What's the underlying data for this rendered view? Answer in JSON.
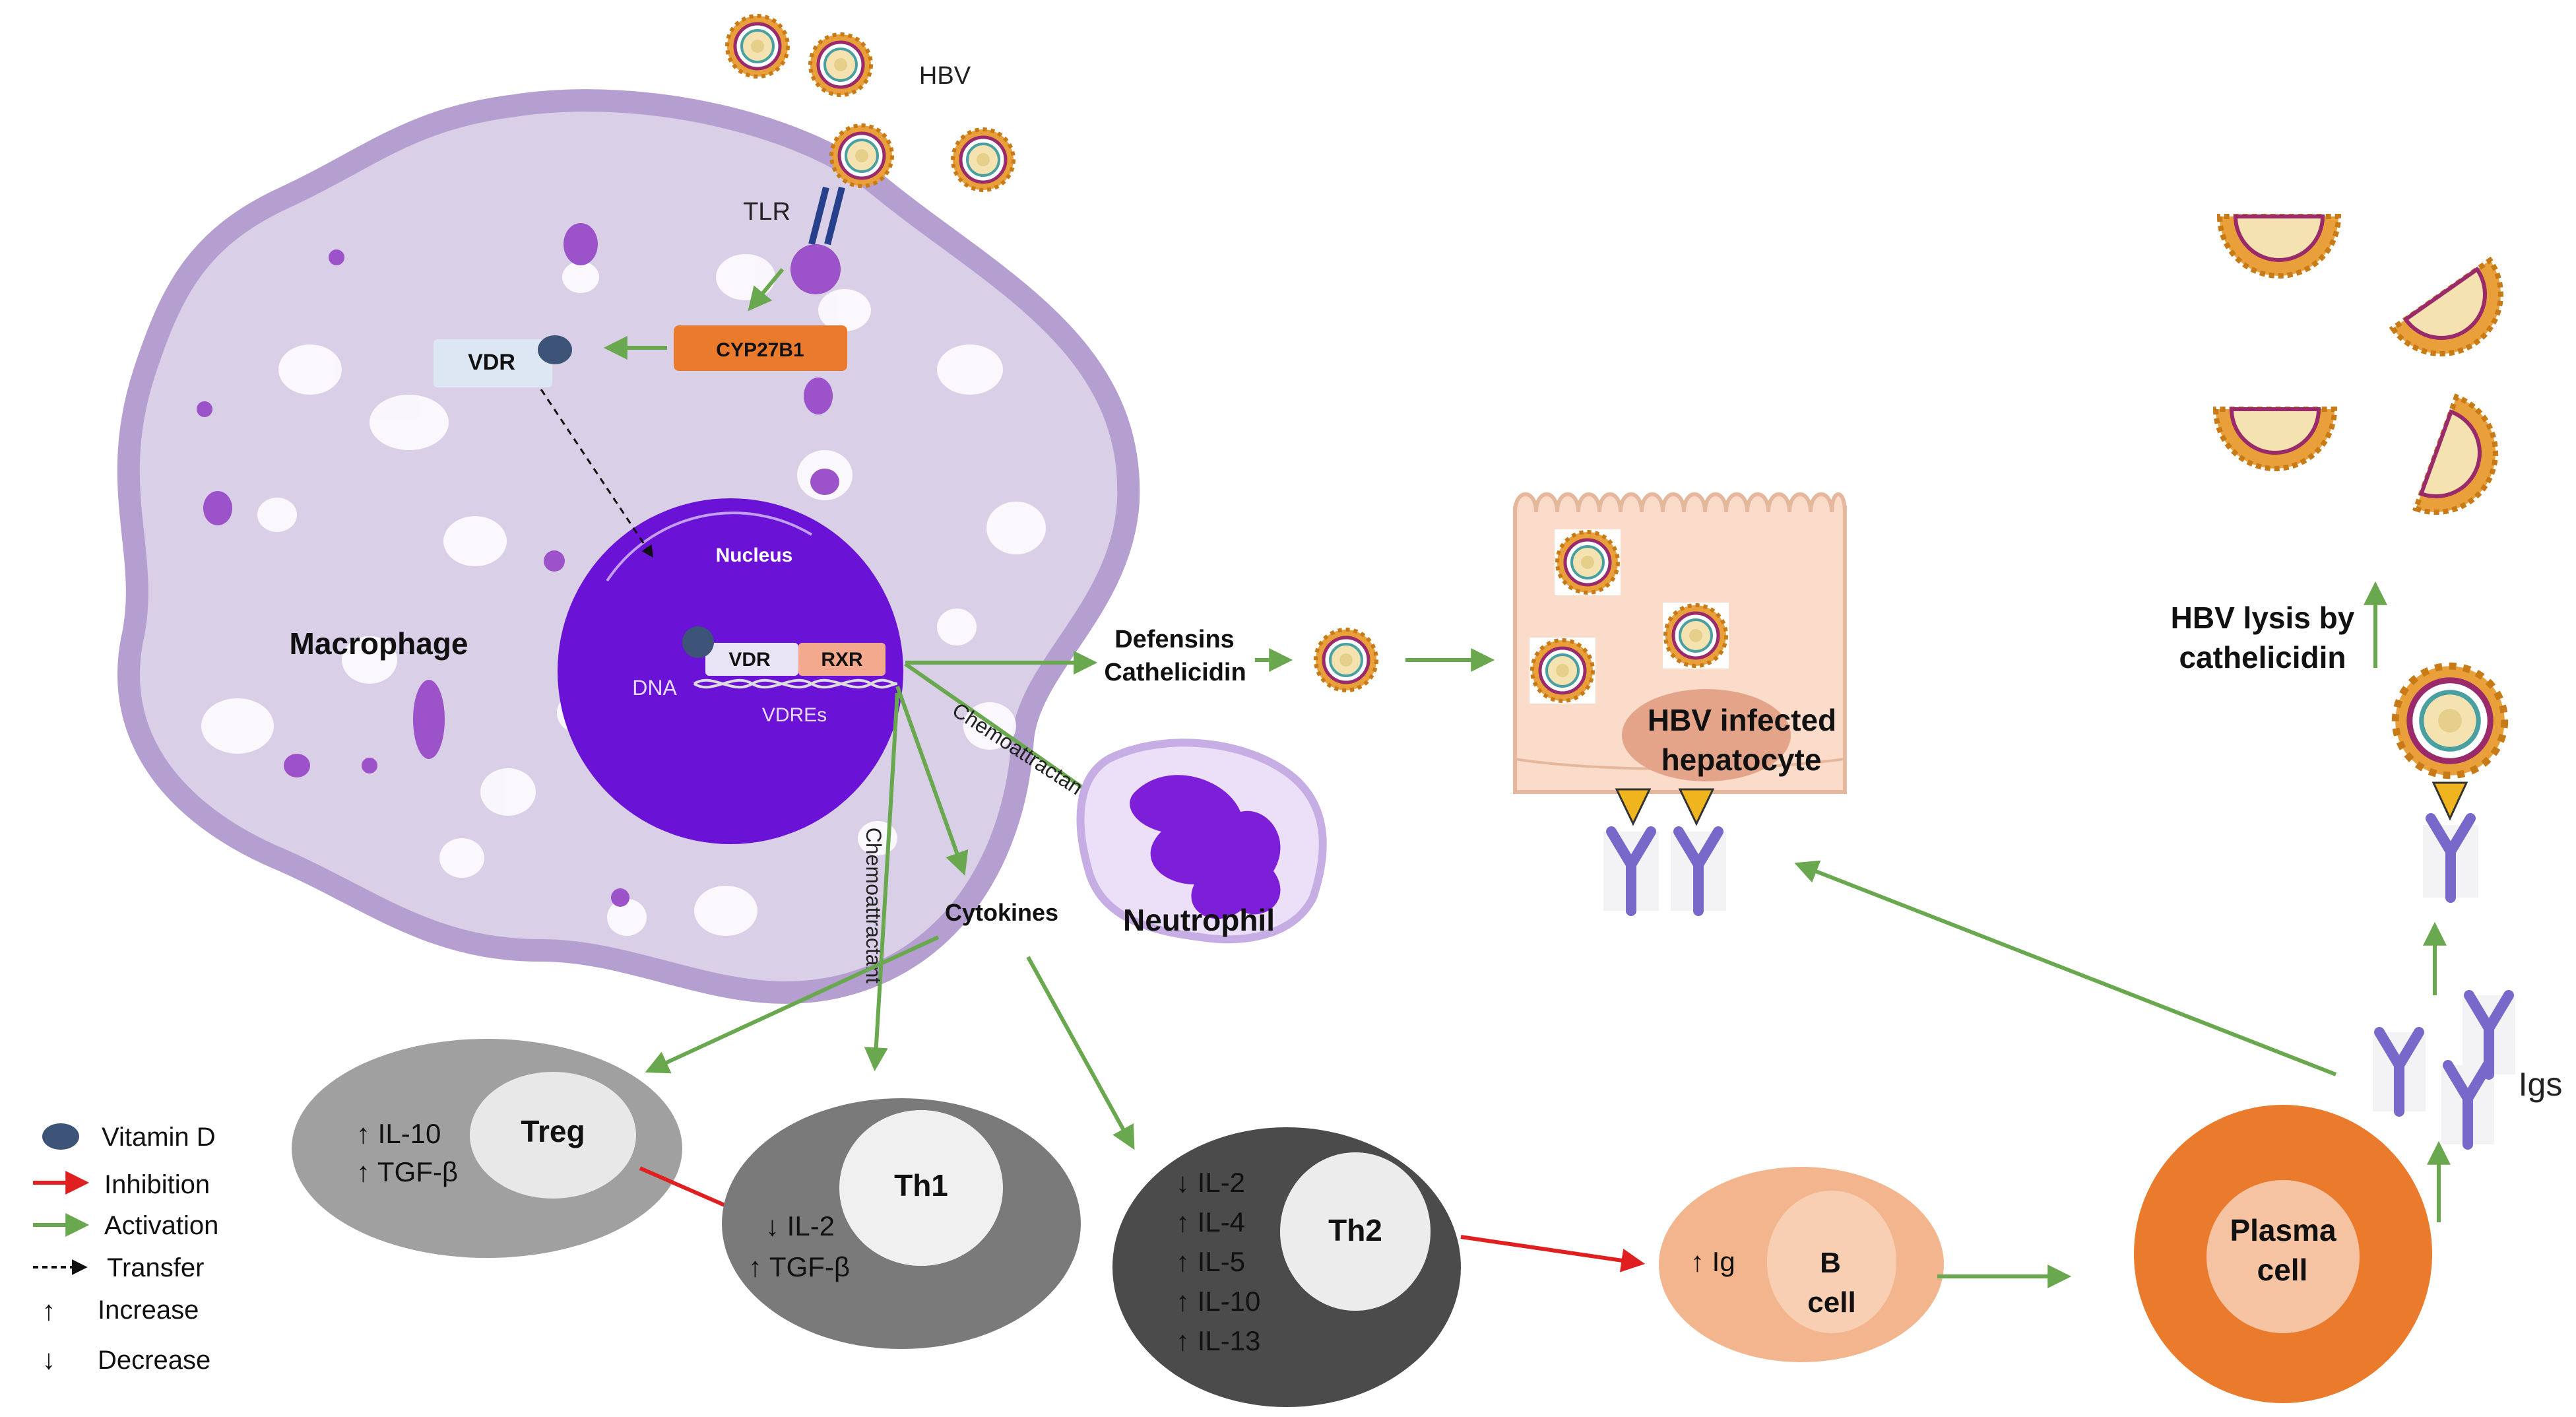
{
  "labels": {
    "hbv": "HBV",
    "tlr": "TLR",
    "vdr_top": "VDR",
    "cyp27b1": "CYP27B1",
    "nucleus": "Nucleus",
    "macrophage": "Macrophage",
    "dna": "DNA",
    "vdr_nucleus": "VDR",
    "rxr": "RXR",
    "vdres": "VDREs",
    "defensins": "Defensins",
    "cathelicidin": "Cathelicidin",
    "chemoattractant_diag": "Chemoattractant",
    "chemoattractant_vert": "Chemoattractant",
    "cytokines": "Cytokines",
    "neutrophil": "Neutrophil",
    "hepatocyte_line1": "HBV infected",
    "hepatocyte_line2": "hepatocyte",
    "lysis_line1": "HBV lysis by",
    "lysis_line2": "cathelicidin",
    "igs": "Igs"
  },
  "cells": {
    "treg": {
      "name": "Treg",
      "effects": [
        "↑ IL-10",
        "↑ TGF-β"
      ]
    },
    "th1": {
      "name": "Th1",
      "effects": [
        "↓ IL-2",
        "↑ TGF-β"
      ]
    },
    "th2": {
      "name": "Th2",
      "effects": [
        "↓ IL-2",
        "↑ IL-4",
        "↑ IL-5",
        "↑ IL-10",
        "↑ IL-13"
      ]
    },
    "bcell": {
      "name_line1": "B",
      "name_line2": "cell",
      "effect": "↑ Ig"
    },
    "plasma": {
      "name_line1": "Plasma",
      "name_line2": "cell"
    }
  },
  "legend": [
    {
      "symbol": "vitamin-d",
      "label": "Vitamin D"
    },
    {
      "symbol": "inhibition",
      "label": "Inhibition"
    },
    {
      "symbol": "activation",
      "label": "Activation"
    },
    {
      "symbol": "transfer",
      "label": "Transfer"
    },
    {
      "symbol": "increase",
      "glyph": "↑",
      "label": "Increase"
    },
    {
      "symbol": "decrease",
      "glyph": "↓",
      "label": "Decrease"
    }
  ],
  "colors": {
    "activation": "#6aa84f",
    "inhibition": "#e02020",
    "macrophage_fill": "#d9cfe6",
    "macrophage_border": "#b49fd0",
    "nucleus": "#6a12d6",
    "vitamin_d": "#3d5378",
    "plasma": "#ea7a2c",
    "bcell": "#f3b58d",
    "antibody": "#7768c9",
    "hepatocyte": "#fbdccb"
  }
}
